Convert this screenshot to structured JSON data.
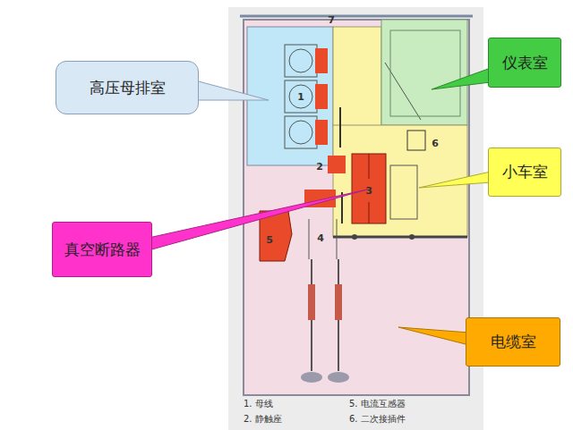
{
  "diagram": {
    "nodes": [
      {
        "text": [
          "高压母排室"
        ]
      },
      {
        "text": [
          "仪表室"
        ]
      },
      {
        "text": [
          "小车室"
        ]
      },
      {
        "text": [
          "真空断路器"
        ]
      },
      {
        "text": [
          "电缆室"
        ]
      }
    ],
    "labels": [
      "7",
      "1",
      "2",
      "3",
      "4",
      "5",
      "6",
      "1. 母线",
      "5. 电流互感器",
      "2. 静触座",
      "6. 二次接插件"
    ]
  }
}
